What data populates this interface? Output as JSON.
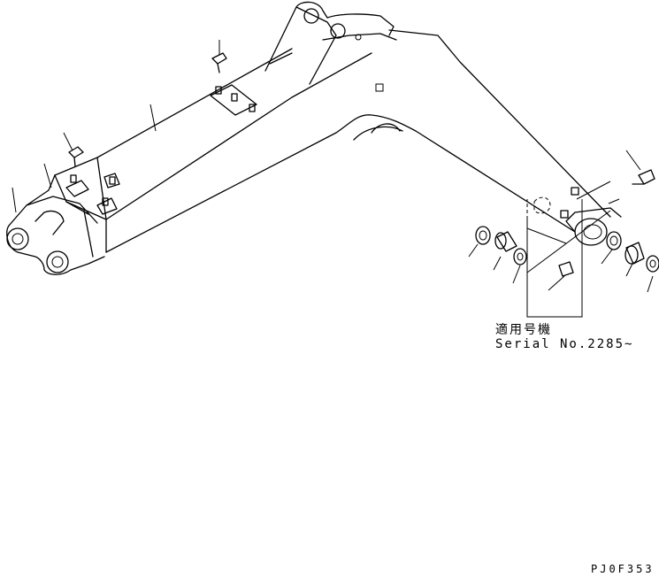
{
  "applicability": {
    "label": "適用号機",
    "serial": "Serial No.2285~"
  },
  "drawing_code": "PJ0F353"
}
